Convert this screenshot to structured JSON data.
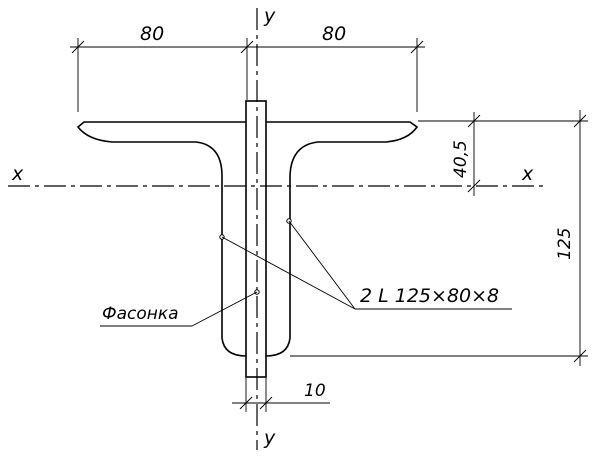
{
  "labels": {
    "axis_y_top": "y",
    "axis_y_bottom": "y",
    "axis_x_left": "x",
    "axis_x_right": "x",
    "dim_flange_left": "80",
    "dim_flange_right": "80",
    "dim_centroid_offset": "40,5",
    "dim_height": "125",
    "dim_gusset_thickness": "10",
    "callout_section": "2 L 125×80×8",
    "callout_gusset": "Фасонка"
  }
}
